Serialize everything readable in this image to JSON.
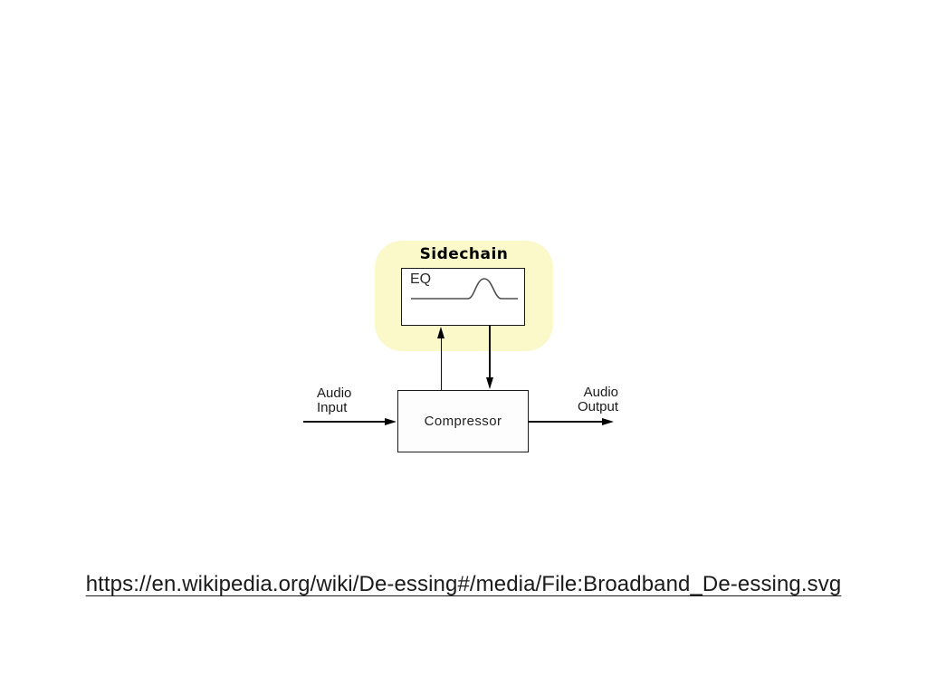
{
  "diagram": {
    "sidechain": {
      "label": "Sidechain"
    },
    "eq": {
      "label": "EQ"
    },
    "compressor": {
      "label": "Compressor"
    },
    "audio_input": {
      "line1": "Audio",
      "line2": "Input"
    },
    "audio_output": {
      "line1": "Audio",
      "line2": "Output"
    }
  },
  "footer": {
    "url": "https://en.wikipedia.org/wiki/De-essing#/media/File:Broadband_De-essing.svg"
  },
  "colors": {
    "sidechain_bg": "#fbf8c9",
    "box_fill": "#fdfdfd",
    "box_border": "#1a1a1a",
    "eq_curve": "#4f4f4f",
    "arrow": "#000000",
    "text": "#1a1a1a",
    "background": "#ffffff"
  }
}
